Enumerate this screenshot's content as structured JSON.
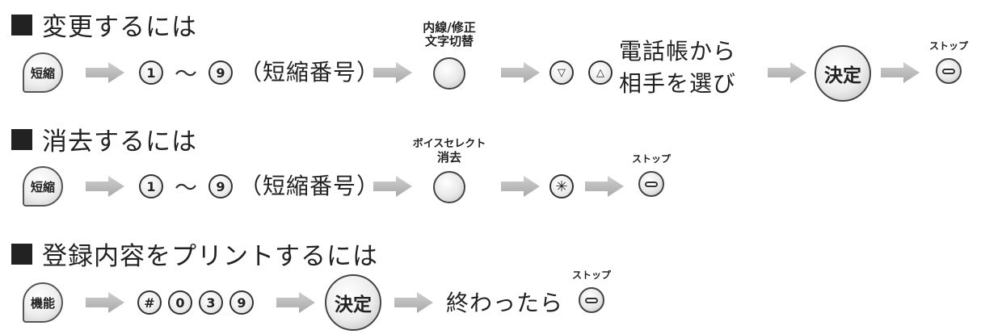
{
  "sections": [
    {
      "heading": "変更するには",
      "key_start": "短縮",
      "num_from": "1",
      "tilde": "～",
      "num_to": "9",
      "paren": "（短縮番号）",
      "btn_label_line1": "内線/修正",
      "btn_label_line2": "文字切替",
      "down_symbol": "▽",
      "up_symbol": "△",
      "text_line1": "電話帳から",
      "text_line2": "相手を選び",
      "confirm": "決定",
      "stop_label": "ストップ"
    },
    {
      "heading": "消去するには",
      "key_start": "短縮",
      "num_from": "1",
      "tilde": "～",
      "num_to": "9",
      "paren": "（短縮番号）",
      "btn_label_line1": "ボイスセレクト",
      "btn_label_line2": "消去",
      "asterisk": "✳",
      "stop_label": "ストップ"
    },
    {
      "heading": "登録内容をプリントするには",
      "key_start": "機能",
      "digits": [
        "#",
        "0",
        "3",
        "9"
      ],
      "confirm": "決定",
      "text": "終わったら",
      "stop_label": "ストップ"
    }
  ],
  "colors": {
    "arrow": "#b5b5b5",
    "text": "#222222"
  }
}
